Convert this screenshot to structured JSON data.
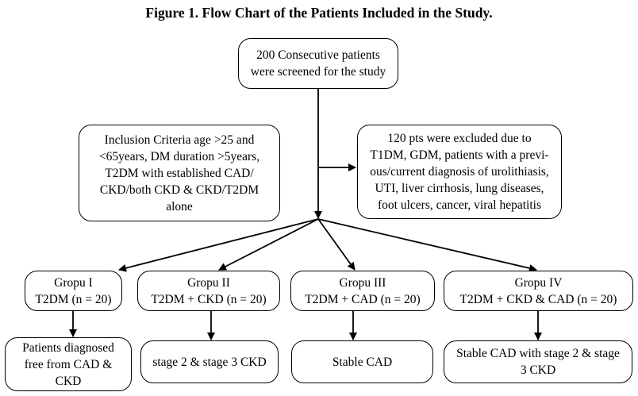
{
  "title": "Figure 1. Flow Chart of the Patients Included in the Study.",
  "start": {
    "lines": [
      "200 Consecutive patients",
      "were screened for the study"
    ]
  },
  "inclusion": {
    "lines": [
      "Inclusion Criteria age >25 and",
      "<65years, DM duration >5years,",
      "T2DM with established CAD/",
      "CKD/both CKD & CKD/T2DM",
      "alone"
    ]
  },
  "exclusion": {
    "lines": [
      "120 pts were excluded due to",
      "T1DM, GDM, patients with a previ-",
      "ous/current diagnosis of urolithiasis,",
      "UTI, liver cirrhosis, lung diseases,",
      "foot ulcers, cancer, viral hepatitis"
    ]
  },
  "groups": [
    {
      "lines": [
        "Gropu I",
        "T2DM (n = 20)"
      ]
    },
    {
      "lines": [
        "Gropu II",
        "T2DM + CKD (n = 20)"
      ]
    },
    {
      "lines": [
        "Gropu III",
        "T2DM + CAD (n = 20)"
      ]
    },
    {
      "lines": [
        "Gropu IV",
        "T2DM + CKD & CAD (n = 20)"
      ]
    }
  ],
  "outcomes": [
    {
      "lines": [
        "Patients diagnosed",
        "free from CAD &",
        "CKD"
      ]
    },
    {
      "lines": [
        "stage 2 & stage 3 CKD"
      ]
    },
    {
      "lines": [
        "Stable CAD"
      ]
    },
    {
      "lines": [
        "Stable CAD with stage 2 & stage",
        "3 CKD"
      ]
    }
  ]
}
